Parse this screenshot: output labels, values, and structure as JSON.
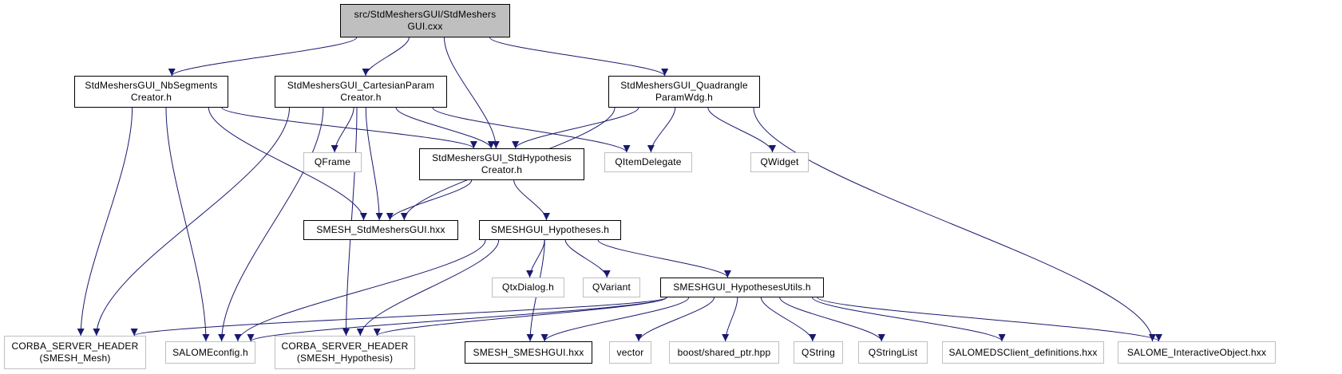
{
  "diagram": {
    "type": "include-dependency-graph",
    "edge_color": "#191970",
    "root_fill": "#bfbfbf",
    "nodes": [
      {
        "id": "root",
        "label": "src/StdMeshersGUI/StdMeshers\nGUI.cxx",
        "kind": "root"
      },
      {
        "id": "nbseg",
        "label": "StdMeshersGUI_NbSegments\nCreator.h",
        "kind": "documented"
      },
      {
        "id": "cart",
        "label": "StdMeshersGUI_CartesianParam\nCreator.h",
        "kind": "documented"
      },
      {
        "id": "quad",
        "label": "StdMeshersGUI_Quadrangle\nParamWdg.h",
        "kind": "documented"
      },
      {
        "id": "stdhyp",
        "label": "StdMeshersGUI_StdHypothesis\nCreator.h",
        "kind": "documented"
      },
      {
        "id": "qframe",
        "label": "QFrame",
        "kind": "external"
      },
      {
        "id": "qitemdel",
        "label": "QItemDelegate",
        "kind": "external"
      },
      {
        "id": "qwidget",
        "label": "QWidget",
        "kind": "external"
      },
      {
        "id": "smeshstd",
        "label": "SMESH_StdMeshersGUI.hxx",
        "kind": "documented"
      },
      {
        "id": "hyps",
        "label": "SMESHGUI_Hypotheses.h",
        "kind": "documented"
      },
      {
        "id": "qtxdialog",
        "label": "QtxDialog.h",
        "kind": "external"
      },
      {
        "id": "qvariant",
        "label": "QVariant",
        "kind": "external"
      },
      {
        "id": "hutils",
        "label": "SMESHGUI_HypothesesUtils.h",
        "kind": "documented"
      },
      {
        "id": "corbamesh",
        "label": "CORBA_SERVER_HEADER\n(SMESH_Mesh)",
        "kind": "external"
      },
      {
        "id": "salomeconfig",
        "label": "SALOMEconfig.h",
        "kind": "external"
      },
      {
        "id": "corbahyp",
        "label": "CORBA_SERVER_HEADER\n(SMESH_Hypothesis)",
        "kind": "external"
      },
      {
        "id": "smeshgui",
        "label": "SMESH_SMESHGUI.hxx",
        "kind": "documented"
      },
      {
        "id": "vector",
        "label": "vector",
        "kind": "external"
      },
      {
        "id": "boost",
        "label": "boost/shared_ptr.hpp",
        "kind": "external"
      },
      {
        "id": "qstring",
        "label": "QString",
        "kind": "external"
      },
      {
        "id": "qstringlist",
        "label": "QStringList",
        "kind": "external"
      },
      {
        "id": "salomeds",
        "label": "SALOMEDSClient_definitions.hxx",
        "kind": "external"
      },
      {
        "id": "salomeio",
        "label": "SALOME_InteractiveObject.hxx",
        "kind": "external"
      }
    ],
    "edges": [
      [
        "root",
        "nbseg"
      ],
      [
        "root",
        "cart"
      ],
      [
        "root",
        "stdhyp"
      ],
      [
        "root",
        "quad"
      ],
      [
        "nbseg",
        "stdhyp"
      ],
      [
        "nbseg",
        "smeshstd"
      ],
      [
        "nbseg",
        "corbamesh"
      ],
      [
        "nbseg",
        "salomeconfig"
      ],
      [
        "cart",
        "stdhyp"
      ],
      [
        "cart",
        "qframe"
      ],
      [
        "cart",
        "qitemdel"
      ],
      [
        "cart",
        "smeshstd"
      ],
      [
        "cart",
        "corbamesh"
      ],
      [
        "cart",
        "salomeconfig"
      ],
      [
        "cart",
        "corbahyp"
      ],
      [
        "quad",
        "stdhyp"
      ],
      [
        "quad",
        "qitemdel"
      ],
      [
        "quad",
        "qwidget"
      ],
      [
        "quad",
        "smeshstd"
      ],
      [
        "quad",
        "salomeio"
      ],
      [
        "stdhyp",
        "smeshstd"
      ],
      [
        "stdhyp",
        "hyps"
      ],
      [
        "hyps",
        "qtxdialog"
      ],
      [
        "hyps",
        "qvariant"
      ],
      [
        "hyps",
        "hutils"
      ],
      [
        "hyps",
        "salomeconfig"
      ],
      [
        "hyps",
        "corbahyp"
      ],
      [
        "hyps",
        "smeshgui"
      ],
      [
        "hutils",
        "corbamesh"
      ],
      [
        "hutils",
        "salomeconfig"
      ],
      [
        "hutils",
        "corbahyp"
      ],
      [
        "hutils",
        "smeshgui"
      ],
      [
        "hutils",
        "vector"
      ],
      [
        "hutils",
        "boost"
      ],
      [
        "hutils",
        "qstring"
      ],
      [
        "hutils",
        "qstringlist"
      ],
      [
        "hutils",
        "salomeds"
      ],
      [
        "hutils",
        "salomeio"
      ]
    ]
  }
}
